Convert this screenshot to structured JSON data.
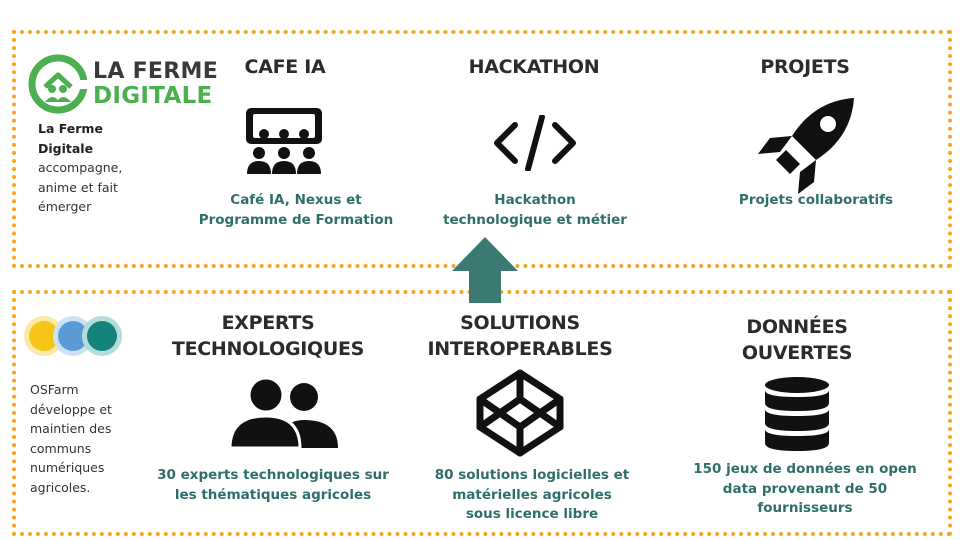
{
  "colors": {
    "border": "#f5a623",
    "accent_teal": "#2e6f6a",
    "logo_green": "#4caf50",
    "dot_yellow": "#f5c518",
    "dot_blue": "#5b9bd5",
    "dot_teal": "#13837b"
  },
  "logo": {
    "line1": "LA FERME",
    "line2": "DIGITALE"
  },
  "top": {
    "desc": {
      "line1": "La Ferme",
      "line2": "Digitale",
      "line3": "accompagne,",
      "line4": "anime et fait",
      "line5": "émerger"
    },
    "columns": [
      {
        "heading": "CAFE IA",
        "icon": "presentation-audience-icon",
        "caption_line1": "Café IA, Nexus et",
        "caption_line2": "Programme de Formation"
      },
      {
        "heading": "HACKATHON",
        "icon": "code-icon",
        "caption_line1": "Hackathon",
        "caption_line2": "technologique et métier"
      },
      {
        "heading": "PROJETS",
        "icon": "rocket-icon",
        "caption_line1": "Projets collaboratifs"
      }
    ]
  },
  "bottom": {
    "desc": {
      "line1": "OSFarm",
      "line2": "développe et",
      "line3": "maintien des",
      "line4": "communs",
      "line5": "numériques",
      "line6": "agricoles."
    },
    "columns": [
      {
        "heading_line1": "EXPERTS",
        "heading_line2": "TECHNOLOGIQUES",
        "icon": "users-icon",
        "caption_line1": "30 experts technologiques sur",
        "caption_line2": "les thématiques agricoles"
      },
      {
        "heading_line1": "SOLUTIONS",
        "heading_line2": "INTEROPERABLES",
        "icon": "codepen-cube-icon",
        "caption_line1": "80 solutions logicielles et",
        "caption_line2": "matérielles agricoles",
        "caption_line3": "sous licence libre"
      },
      {
        "heading_line1": "DONNÉES",
        "heading_line2": "OUVERTES",
        "icon": "database-icon",
        "caption_line1": "150 jeux de données en open",
        "caption_line2": "data provenant de 50",
        "caption_line3": "fournisseurs"
      }
    ]
  }
}
